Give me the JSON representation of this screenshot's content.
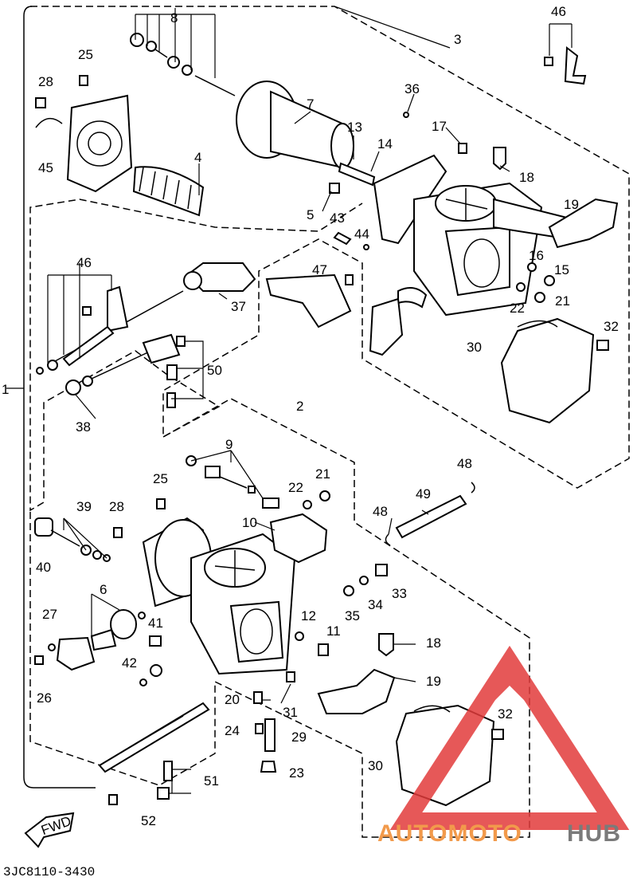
{
  "labels": {
    "l1": "1",
    "l2": "2",
    "l3": "3",
    "l4": "4",
    "l5": "5",
    "l6": "6",
    "l7": "7",
    "l8": "8",
    "l9": "9",
    "l10": "10",
    "l11": "11",
    "l12": "12",
    "l13": "13",
    "l14": "14",
    "l15": "15",
    "l16": "16",
    "l17": "17",
    "l18a": "18",
    "l18b": "18",
    "l19a": "19",
    "l19b": "19",
    "l20": "20",
    "l21a": "21",
    "l21b": "21",
    "l22a": "22",
    "l22b": "22",
    "l23": "23",
    "l24": "24",
    "l25a": "25",
    "l25b": "25",
    "l26": "26",
    "l27": "27",
    "l28a": "28",
    "l28b": "28",
    "l29": "29",
    "l30a": "30",
    "l30b": "30",
    "l31": "31",
    "l32a": "32",
    "l32b": "32",
    "l33": "33",
    "l34": "34",
    "l35": "35",
    "l36": "36",
    "l37": "37",
    "l38": "38",
    "l39": "39",
    "l40": "40",
    "l41": "41",
    "l42": "42",
    "l43": "43",
    "l44": "44",
    "l45": "45",
    "l46a": "46",
    "l46b": "46",
    "l47": "47",
    "l48a": "48",
    "l48b": "48",
    "l49": "49",
    "l50": "50",
    "l51": "51",
    "l52": "52"
  },
  "fwd_label": "FWD",
  "diagram_code": "3JC8110-3430",
  "watermark": {
    "text_auto": "AUTOMOTO",
    "text_hub": "HUB",
    "color_auto": "#f29a4b",
    "color_hub": "#7a7a7a",
    "logo_color": "#e23b3b"
  }
}
